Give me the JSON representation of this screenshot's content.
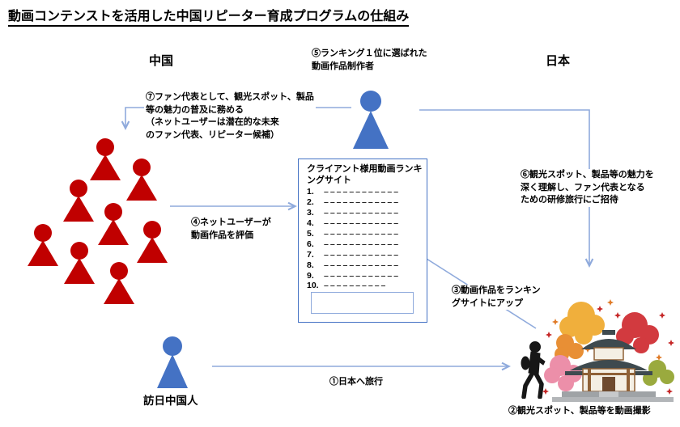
{
  "title": "動画コンテンストを活用した中国リピーター育成プログラムの仕組み",
  "regions": {
    "china": "中国",
    "japan": "日本"
  },
  "steps": {
    "s1": "①日本へ旅行",
    "s2": "②観光スポット、製品等を動画撮影",
    "s3": "③動画作品をランキン\nグサイトにアップ",
    "s4": "④ネットユーザーが\n動画作品を評価",
    "s5": "⑤ランキング１位に選ばれた\n動画作品制作者",
    "s6": "⑥観光スポット、製品等の魅力を\n深く理解し、ファン代表となる\nための研修旅行にご招待",
    "s7": "⑦ファン代表として、観光スポット、製品\n等の魅力の普及に務める\n（ネットユーザーは潜在的な未来\nのファン代表、リピーター候補）"
  },
  "actors": {
    "visiting_chinese": "訪日中国人"
  },
  "ranking_box": {
    "title": "クライアント様用動画ランキ\nングサイト",
    "items": [
      {
        "n": "1.",
        "d": "––––––––––––"
      },
      {
        "n": "2.",
        "d": "––––––––––––"
      },
      {
        "n": "3.",
        "d": "––––––––––––"
      },
      {
        "n": "4.",
        "d": "––––––––––––"
      },
      {
        "n": "5.",
        "d": "––––––––––––"
      },
      {
        "n": "6.",
        "d": "––––––––––––"
      },
      {
        "n": "7.",
        "d": "––––––––––––"
      },
      {
        "n": "8.",
        "d": "––––––––––––"
      },
      {
        "n": "9.",
        "d": "––––––––––––"
      },
      {
        "n": "10.",
        "d": "––––––––––"
      }
    ]
  },
  "colors": {
    "red-person": "#C00000",
    "blue-person": "#4472C4",
    "arrow": "#8FAADC",
    "box-border": "#4472C4"
  }
}
